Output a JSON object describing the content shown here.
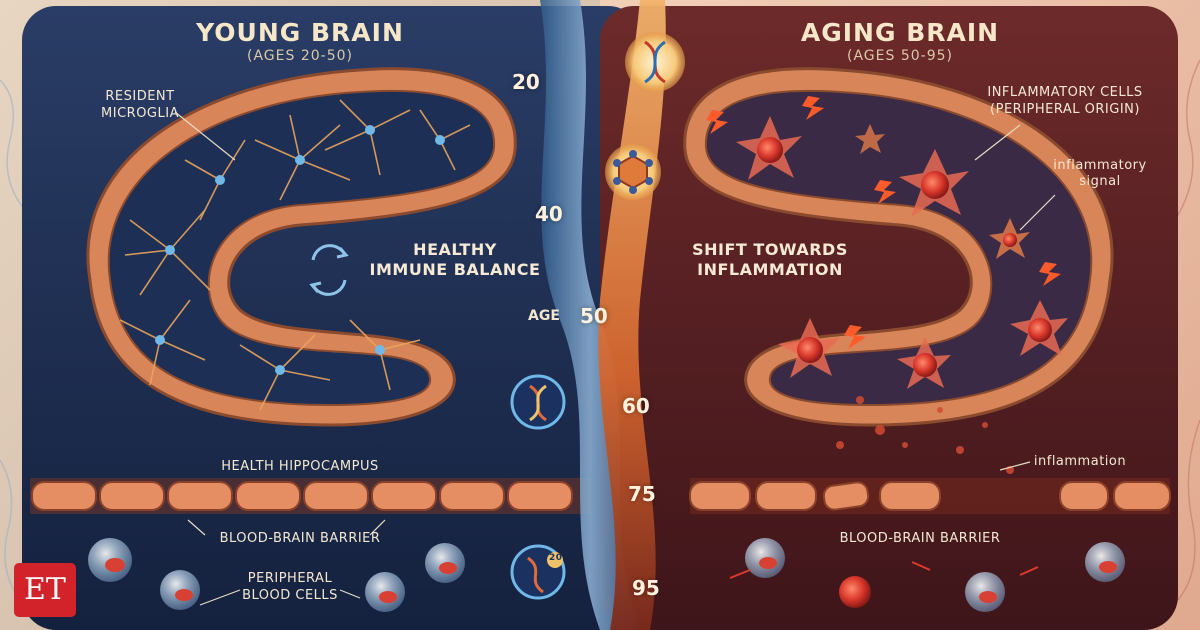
{
  "left_panel": {
    "title": "YOUNG BRAIN",
    "subtitle": "(AGES 20-50)",
    "label_microglia": "RESIDENT\nMICROGLIA",
    "center_text": "HEALTHY\nIMMUNE BALANCE",
    "label_hippocampus": "HEALTH HIPPOCAMPUS",
    "label_barrier": "BLOOD-BRAIN BARRIER",
    "label_blood": "PERIPHERAL\nBLOOD CELLS"
  },
  "right_panel": {
    "title": "AGING BRAIN",
    "subtitle": "(AGES 50-95)",
    "label_cells": "INFLAMMATORY CELLS\n(PERIPHERAL ORIGIN)",
    "label_signal": "inflammatory\nsignal",
    "center_text": "SHIFT TOWARDS\nINFLAMMATION",
    "label_inflammation": "inflammation",
    "label_barrier": "BLOOD-BRAIN BARRIER"
  },
  "timeline": {
    "label": "AGE",
    "ages": [
      "20",
      "40",
      "50",
      "60",
      "75",
      "95"
    ],
    "badge_text": "20"
  },
  "logo": {
    "text": "ET"
  },
  "colors": {
    "young_bg": "#1c2c4f",
    "aging_bg": "#5a2024",
    "cell_orange": "#d9855a",
    "cell_red": "#d23a2a",
    "neuron_gold": "#e8a55a",
    "glow_blue": "#6fb8e8"
  },
  "icons": [
    "dna-icon",
    "molecule-icon",
    "recycle-arrows-icon",
    "dna-badge-icon"
  ]
}
